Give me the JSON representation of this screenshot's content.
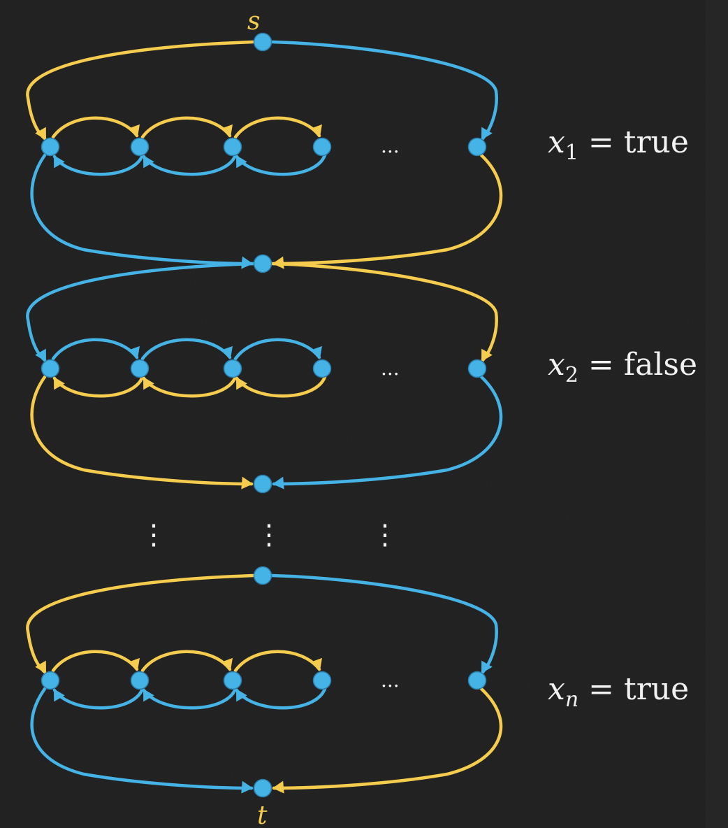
{
  "colors": {
    "yellow": "#f5cc4e",
    "blue": "#45b3e6",
    "node": "#45b3e6",
    "label": "#f2f2f2",
    "background": "#1f1f1f"
  },
  "start_label": "s",
  "end_label": "t",
  "ellipsis_h": "...",
  "ellipsis_v": "⋮",
  "gadgets": [
    {
      "var": "x",
      "sub": "1",
      "eq": "=",
      "value": "true"
    },
    {
      "var": "x",
      "sub": "2",
      "eq": "=",
      "value": "false"
    },
    {
      "var": "x",
      "sub": "n",
      "eq": "=",
      "value": "true"
    }
  ]
}
